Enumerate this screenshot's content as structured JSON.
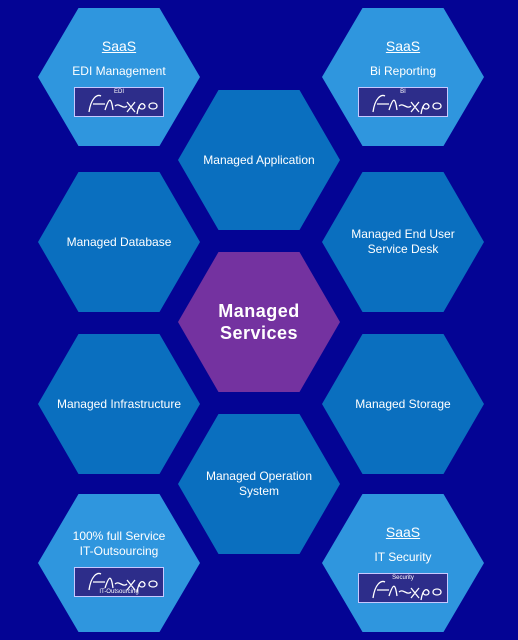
{
  "diagram": {
    "center": {
      "title": "Managed\nServices"
    },
    "top_left": {
      "saas": "SaaS",
      "label": "EDI  Management",
      "logo_sub": "EDI"
    },
    "top_right": {
      "saas": "SaaS",
      "label": "Bi Reporting",
      "logo_sub": "BI"
    },
    "application": {
      "label": "Managed Application"
    },
    "database": {
      "label": "Managed Database"
    },
    "end_user": {
      "label": "Managed End User\nService Desk"
    },
    "infrastructure": {
      "label": "Managed Infrastructure"
    },
    "storage": {
      "label": "Managed Storage"
    },
    "operation_system": {
      "label": "Managed Operation\nSystem"
    },
    "bottom_left": {
      "label": "100% full Service\nIT-Outsourcing",
      "logo_sub": "IT-Outsourcing"
    },
    "bottom_right": {
      "saas": "SaaS",
      "label": "IT Security",
      "logo_sub": "Security"
    }
  },
  "colors": {
    "background": "#040494",
    "hex_light": "#2f96de",
    "hex_dark": "#0a6fbf",
    "center": "#7432a0"
  },
  "icons": {
    "logo": "flexpo-logo"
  }
}
